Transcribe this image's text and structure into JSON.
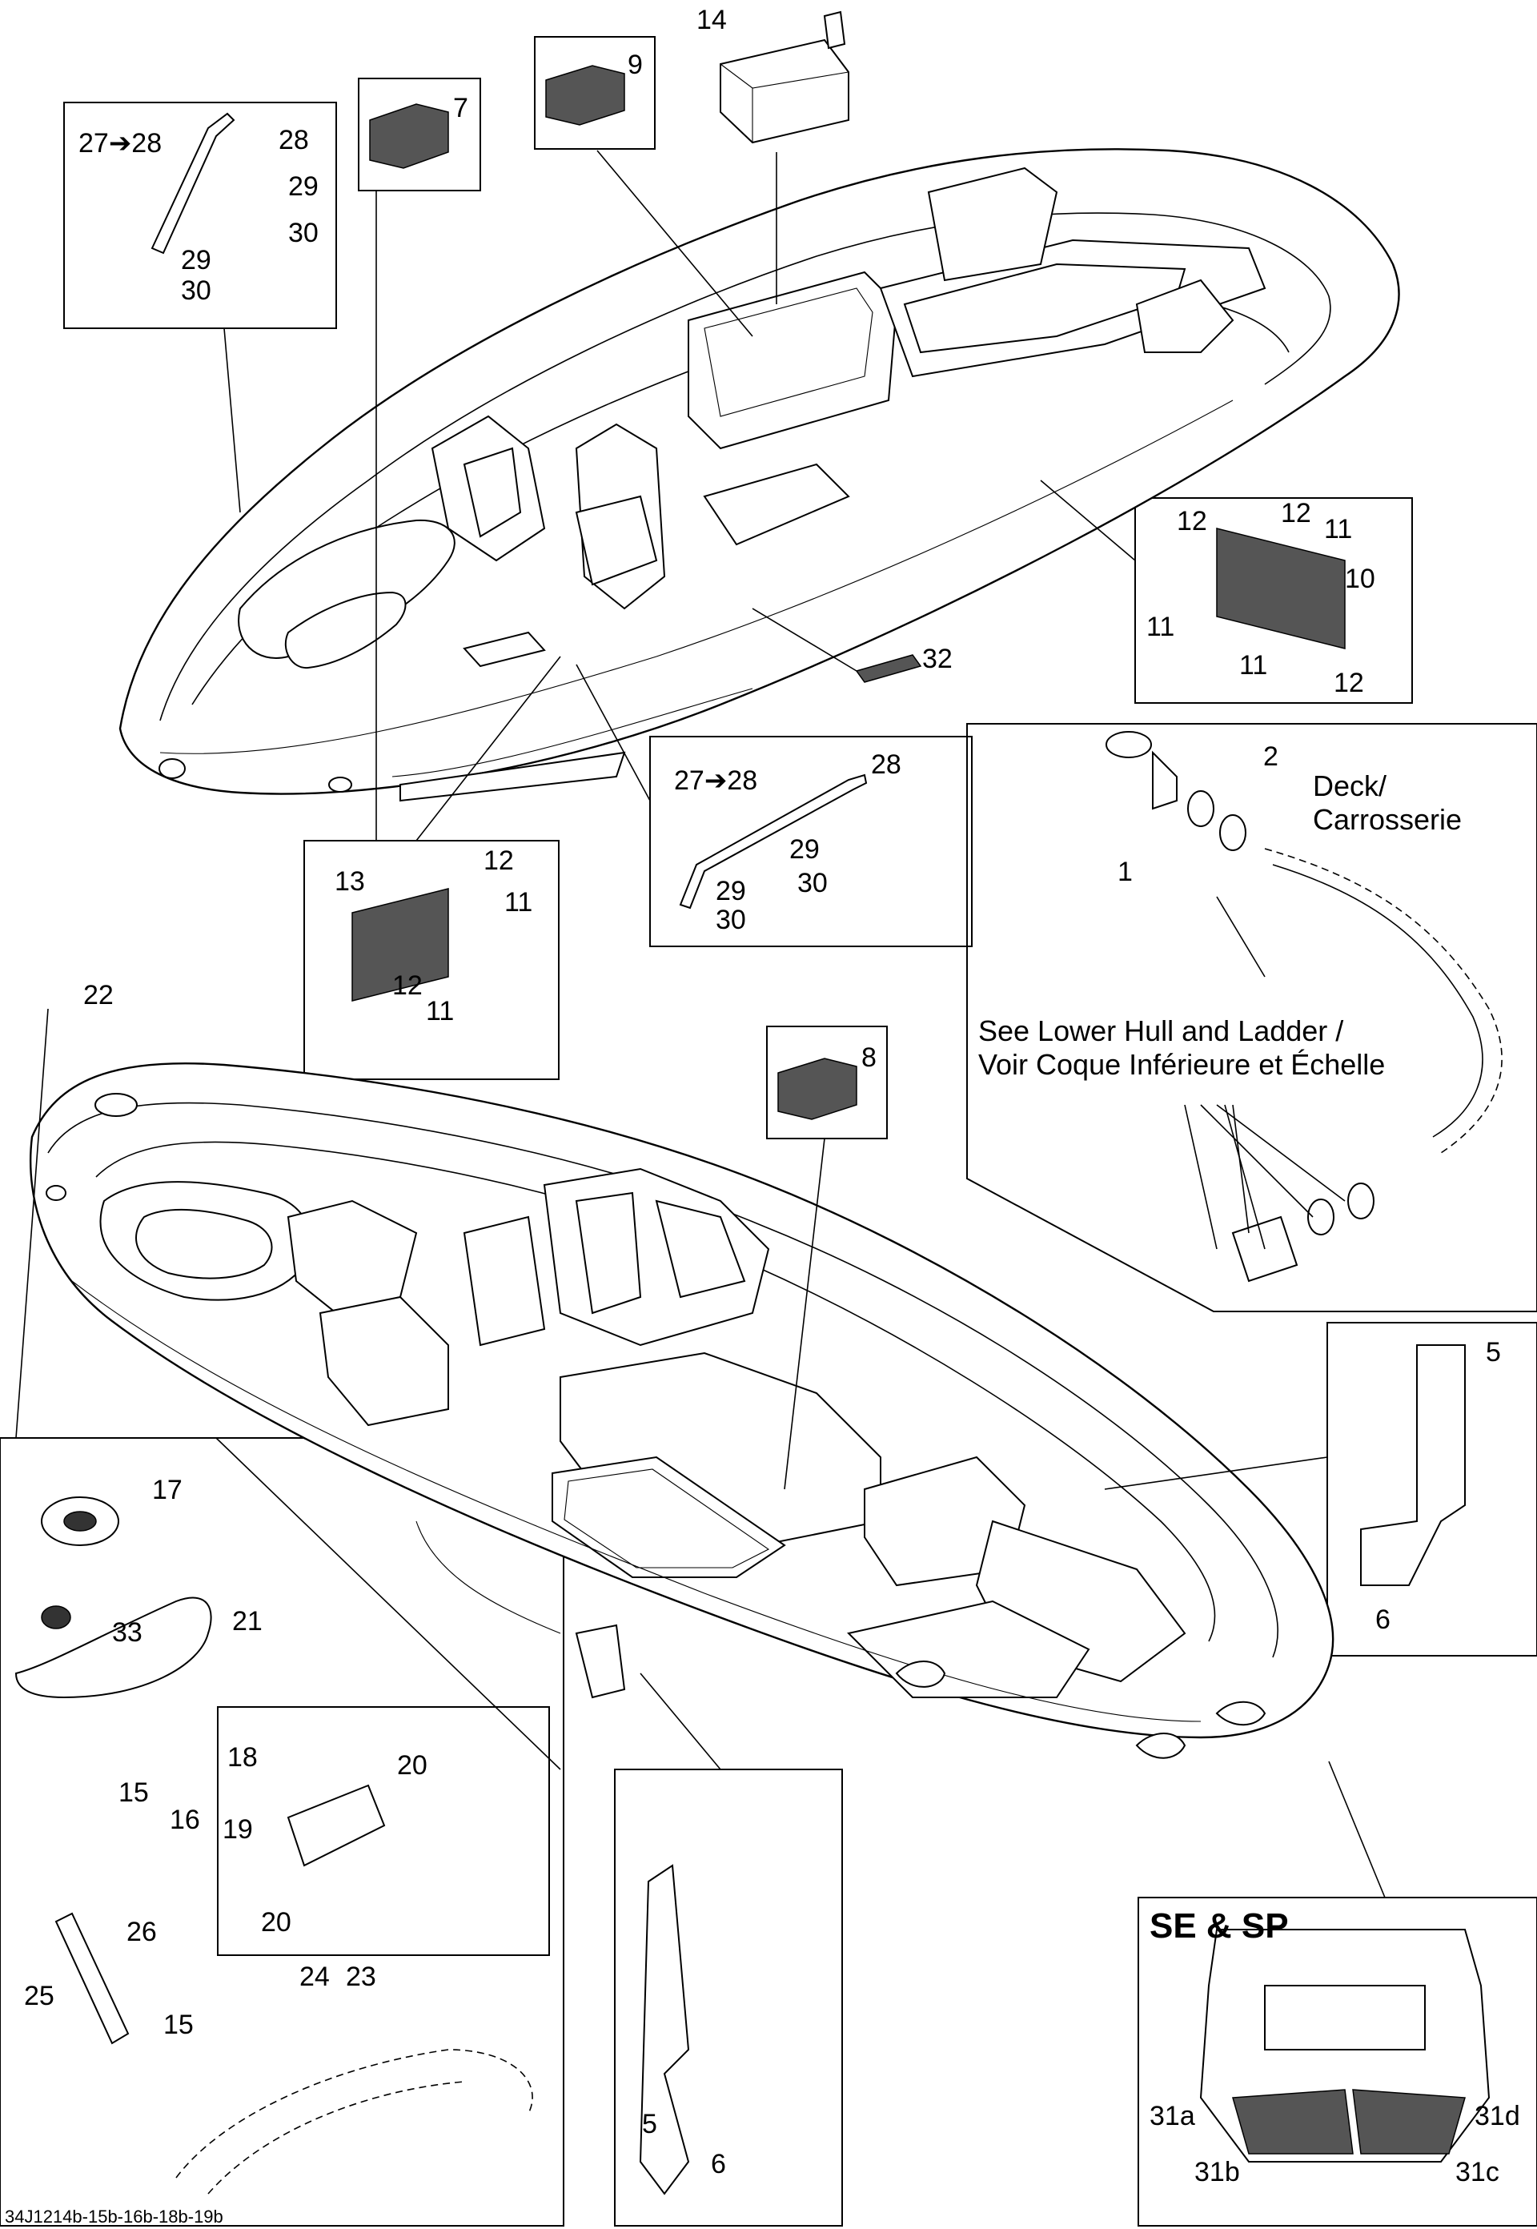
{
  "callouts": {
    "c1": "1",
    "c2": "2",
    "c5a": "5",
    "c5b": "5",
    "c6a": "6",
    "c6b": "6",
    "c7": "7",
    "c8": "8",
    "c9": "9",
    "c10": "10",
    "c11a": "11",
    "c11b": "11",
    "c11c": "11",
    "c11d": "11",
    "c11e": "11",
    "c12a": "12",
    "c12b": "12",
    "c12c": "12",
    "c12d": "12",
    "c12e": "12",
    "c13": "13",
    "c14": "14",
    "c15a": "15",
    "c15b": "15",
    "c16": "16",
    "c17": "17",
    "c18": "18",
    "c19": "19",
    "c20a": "20",
    "c20b": "20",
    "c21": "21",
    "c22": "22",
    "c23": "23",
    "c24": "24",
    "c25": "25",
    "c26": "26",
    "c27a": "27➔28",
    "c28a": "28",
    "c29a": "29",
    "c30a": "30",
    "c29b": "29",
    "c30b": "30",
    "c27b": "27➔28",
    "c28b": "28",
    "c29c": "29",
    "c30c": "30",
    "c29d": "29",
    "c30d": "30",
    "c32": "32",
    "c33": "33",
    "c31a": "31a",
    "c31b": "31b",
    "c31c": "31c",
    "c31d": "31d"
  },
  "texts": {
    "deck_line1": "Deck/",
    "deck_line2": "Carrosserie",
    "see_line1": "See Lower Hull and Ladder /",
    "see_line2": "Voir Coque Inférieure et Échelle",
    "se_sp": "SE & SP",
    "footer_code": "34J1214b-15b-16b-18b-19b"
  }
}
